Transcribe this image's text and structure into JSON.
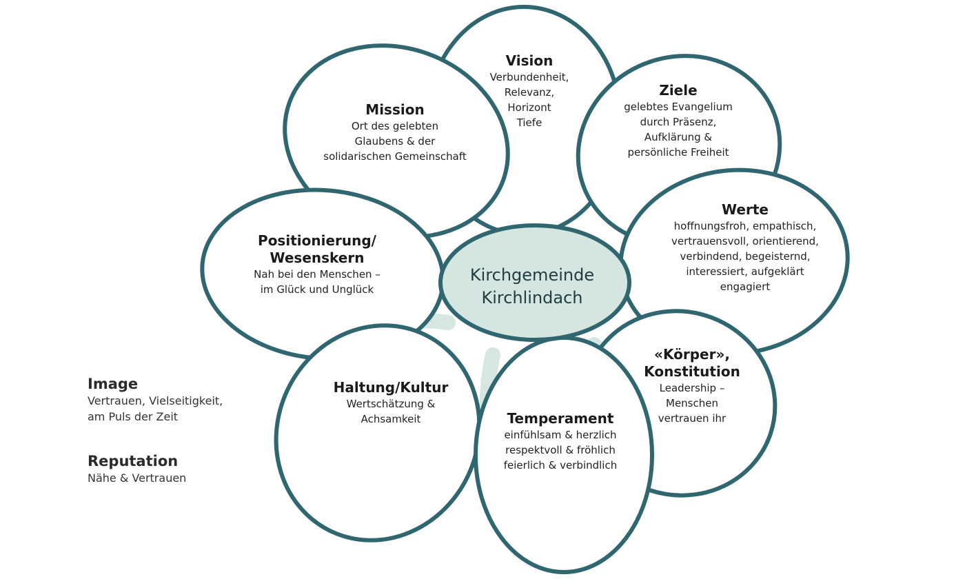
{
  "center": {
    "line1": "Kirchgemeinde",
    "line2": "Kirchlindach"
  },
  "petals": {
    "vision": {
      "title": "Vision",
      "lines": [
        "Verbundenheit,",
        "Relevanz,",
        "Horizont",
        "Tiefe"
      ]
    },
    "ziele": {
      "title": "Ziele",
      "lines": [
        "gelebtes Evangelium",
        "durch Präsenz,",
        "Aufklärung &",
        "persönliche Freiheit"
      ]
    },
    "mission": {
      "title": "Mission",
      "lines": [
        "Ort des gelebten",
        "Glaubens & der",
        "solidarischen Gemeinschaft"
      ]
    },
    "werte": {
      "title": "Werte",
      "lines": [
        "hoffnungsfroh, empathisch,",
        "vertrauensvoll, orientierend,",
        "verbindend, begeisternd,",
        "interessiert, aufgeklärt",
        "engagiert"
      ]
    },
    "positionierung": {
      "title_line1": "Positionierung/",
      "title_line2": "Wesenskern",
      "lines": [
        "Nah bei den Menschen –",
        "im Glück und Unglück"
      ]
    },
    "koerper": {
      "title_line1": "«Körper»,",
      "title_line2": "Konstitution",
      "lines": [
        "Leadership –",
        "Menschen",
        "vertrauen ihr"
      ]
    },
    "haltung": {
      "title": "Haltung/Kultur",
      "lines": [
        "Wertschätzung &",
        "Achsamkeit"
      ]
    },
    "temperament": {
      "title": "Temperament",
      "lines": [
        "einfühlsam & herzlich",
        "respektvoll & fröhlich",
        "feierlich & verbindlich"
      ]
    }
  },
  "side": {
    "image": {
      "title": "Image",
      "lines": [
        "Vertrauen, Vielseitigkeit,",
        "am Puls der Zeit"
      ]
    },
    "reputation": {
      "title": "Reputation",
      "lines": [
        "Nähe & Vertrauen"
      ]
    }
  },
  "colors": {
    "stroke": "#2f6670",
    "wash": "#cfe3dc",
    "center_fill": "#d4e6df"
  }
}
